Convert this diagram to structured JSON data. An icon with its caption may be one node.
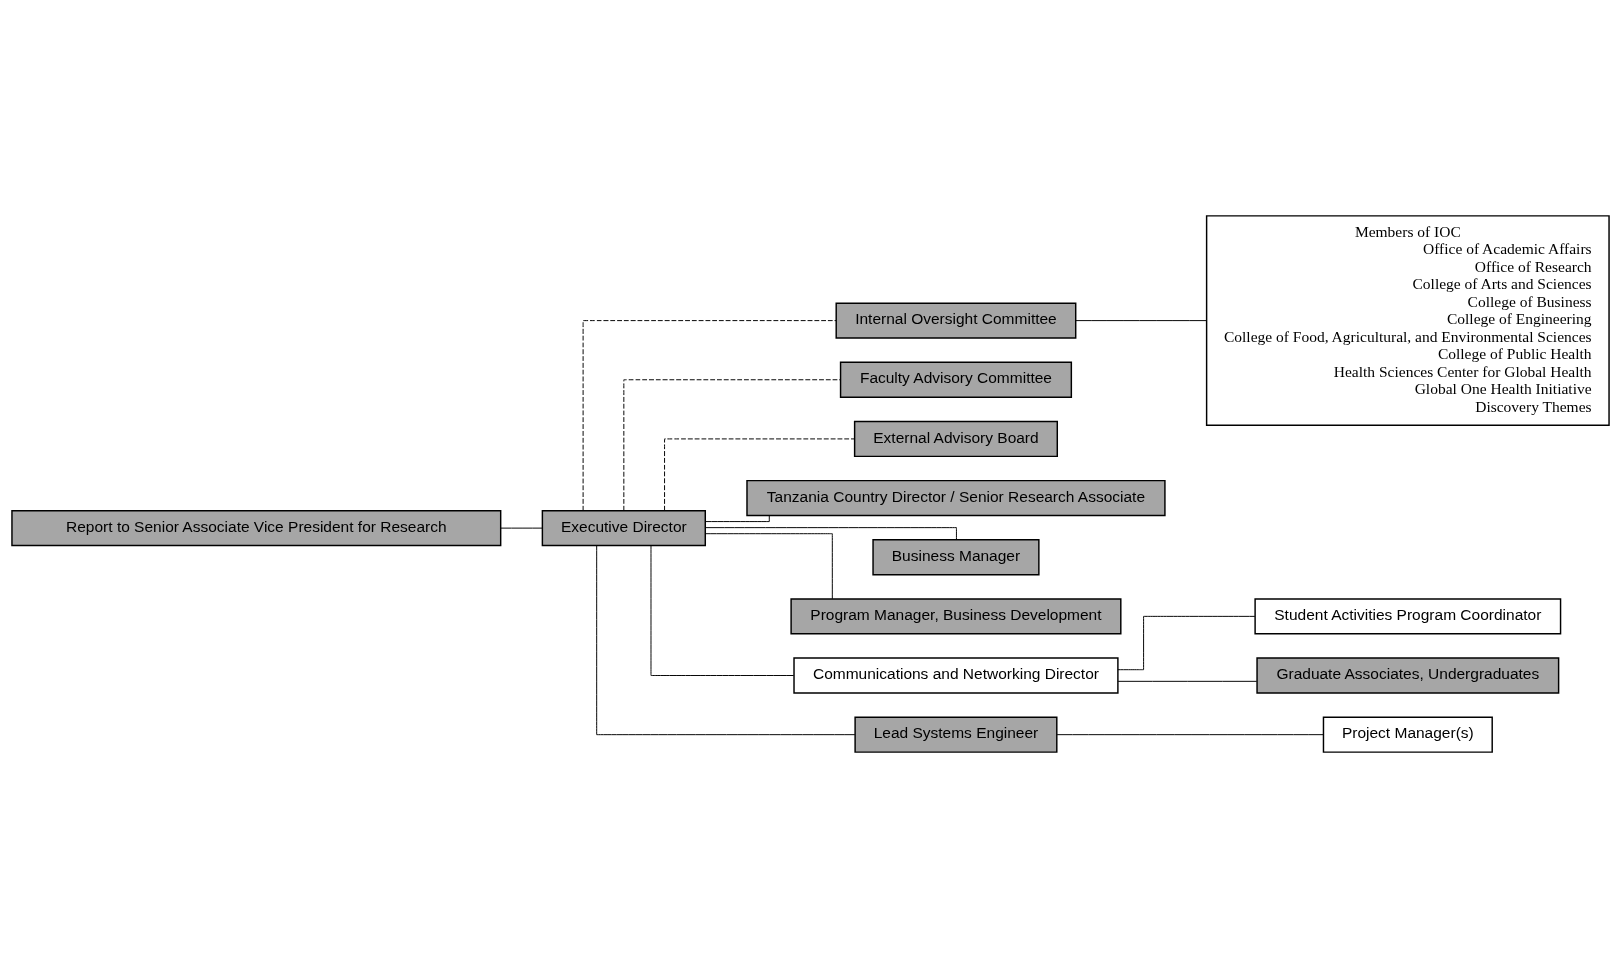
{
  "diagram": {
    "nodes": [
      {
        "text": [
          "Report to Senior Associate Vice President for Research"
        ]
      },
      {
        "text": [
          "Executive Director"
        ]
      },
      {
        "text": [
          "Internal Oversight Committee"
        ]
      },
      {
        "text": [
          "Faculty Advisory Committee"
        ]
      },
      {
        "text": [
          "External Advisory Board"
        ]
      },
      {
        "text": [
          "Members of IOC",
          "Office of Academic Affairs",
          "Office of Research",
          "College of Arts and Sciences",
          "College of Business",
          "College of Engineering",
          "College of Food, Agricultural, and Environmental Sciences",
          "College of Public Health",
          "Health Sciences Center for Global Health",
          "Global One Health Initiative",
          "Discovery Themes"
        ]
      },
      {
        "text": [
          "Tanzania Country Director / Senior Research Associate"
        ]
      },
      {
        "text": [
          "Business Manager"
        ]
      },
      {
        "text": [
          "Program Manager, Business Development"
        ]
      },
      {
        "text": [
          "Communications and Networking Director"
        ]
      },
      {
        "text": [
          "Lead Systems Engineer"
        ]
      },
      {
        "text": [
          "Project Manager(s)"
        ]
      },
      {
        "text": [
          "Student Activities Program Coordinator"
        ]
      },
      {
        "text": [
          "Graduate Associates, Undergraduates"
        ]
      }
    ],
    "edges": [
      {
        "from": 0,
        "to": 1,
        "arrow": "none"
      },
      {
        "from": 1,
        "to": 2,
        "arrow": "none",
        "style": "dashed"
      },
      {
        "from": 1,
        "to": 3,
        "arrow": "none",
        "style": "dashed"
      },
      {
        "from": 1,
        "to": 4,
        "arrow": "none",
        "style": "dashed"
      },
      {
        "from": 2,
        "to": 5,
        "arrow": "none"
      },
      {
        "from": 1,
        "to": 6,
        "arrow": "none"
      },
      {
        "from": 1,
        "to": 7,
        "arrow": "none"
      },
      {
        "from": 1,
        "to": 8,
        "arrow": "none"
      },
      {
        "from": 1,
        "to": 9,
        "arrow": "none"
      },
      {
        "from": 1,
        "to": 10,
        "arrow": "none"
      },
      {
        "from": 10,
        "to": 11,
        "arrow": "none"
      },
      {
        "from": 9,
        "to": 12,
        "arrow": "none"
      },
      {
        "from": 9,
        "to": 13,
        "arrow": "none"
      }
    ]
  }
}
